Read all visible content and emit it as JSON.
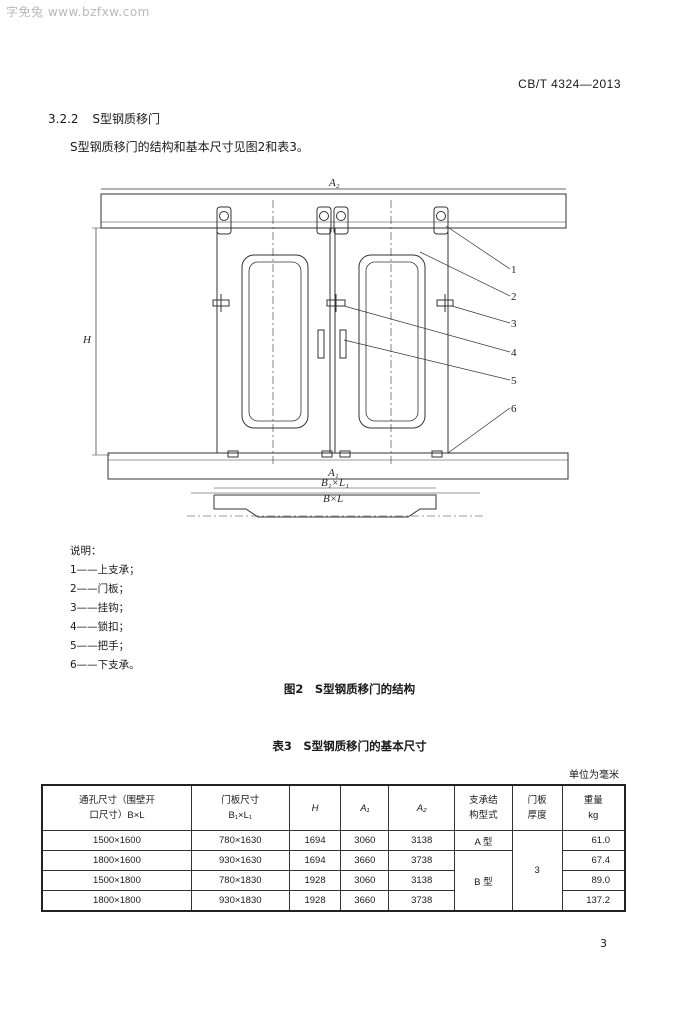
{
  "watermark": "字免兔 www.bzfxw.com",
  "standard_number": "CB/T 4324—2013",
  "section": {
    "number": "3.2.2",
    "title": "S型钢质移门"
  },
  "intro": "S型钢质移门的结构和基本尺寸见图2和表3。",
  "drawing": {
    "labels": {
      "a2": "A₂",
      "a1": "A₁",
      "h": "H",
      "b1l1": "B₁×L₁",
      "bl": "B×L"
    },
    "callouts": [
      "1",
      "2",
      "3",
      "4",
      "5",
      "6"
    ]
  },
  "legend": {
    "title": "说明：",
    "items": [
      "1——上支承；",
      "2——门板；",
      "3——挂钩；",
      "4——锁扣；",
      "5——把手；",
      "6——下支承。"
    ]
  },
  "figure_caption": "图2　S型钢质移门的结构",
  "table_caption": "表3　S型钢质移门的基本尺寸",
  "unit_note": "单位为毫米",
  "table": {
    "headers": {
      "opening_l1": "通孔尺寸（围壁开",
      "opening_l2": "口尺寸）B×L",
      "panel_l1": "门板尺寸",
      "panel_l2": "B₁×L₁",
      "h": "H",
      "a1": "A₁",
      "a2": "A₂",
      "support_l1": "支承结",
      "support_l2": "构型式",
      "thick_l1": "门板",
      "thick_l2": "厚度",
      "weight_l1": "重量",
      "weight_l2": "kg"
    },
    "rows": [
      {
        "opening": "1500×1600",
        "panel": "780×1630",
        "h": "1694",
        "a1": "3060",
        "a2": "3138",
        "weight": "61.0"
      },
      {
        "opening": "1800×1600",
        "panel": "930×1630",
        "h": "1694",
        "a1": "3660",
        "a2": "3738",
        "weight": "67.4"
      },
      {
        "opening": "1500×1800",
        "panel": "780×1830",
        "h": "1928",
        "a1": "3060",
        "a2": "3138",
        "weight": "89.0"
      },
      {
        "opening": "1800×1800",
        "panel": "930×1830",
        "h": "1928",
        "a1": "3660",
        "a2": "3738",
        "weight": "137.2"
      }
    ],
    "support_a": "A 型",
    "support_b": "B 型",
    "thickness": "3"
  },
  "page_number": "3"
}
